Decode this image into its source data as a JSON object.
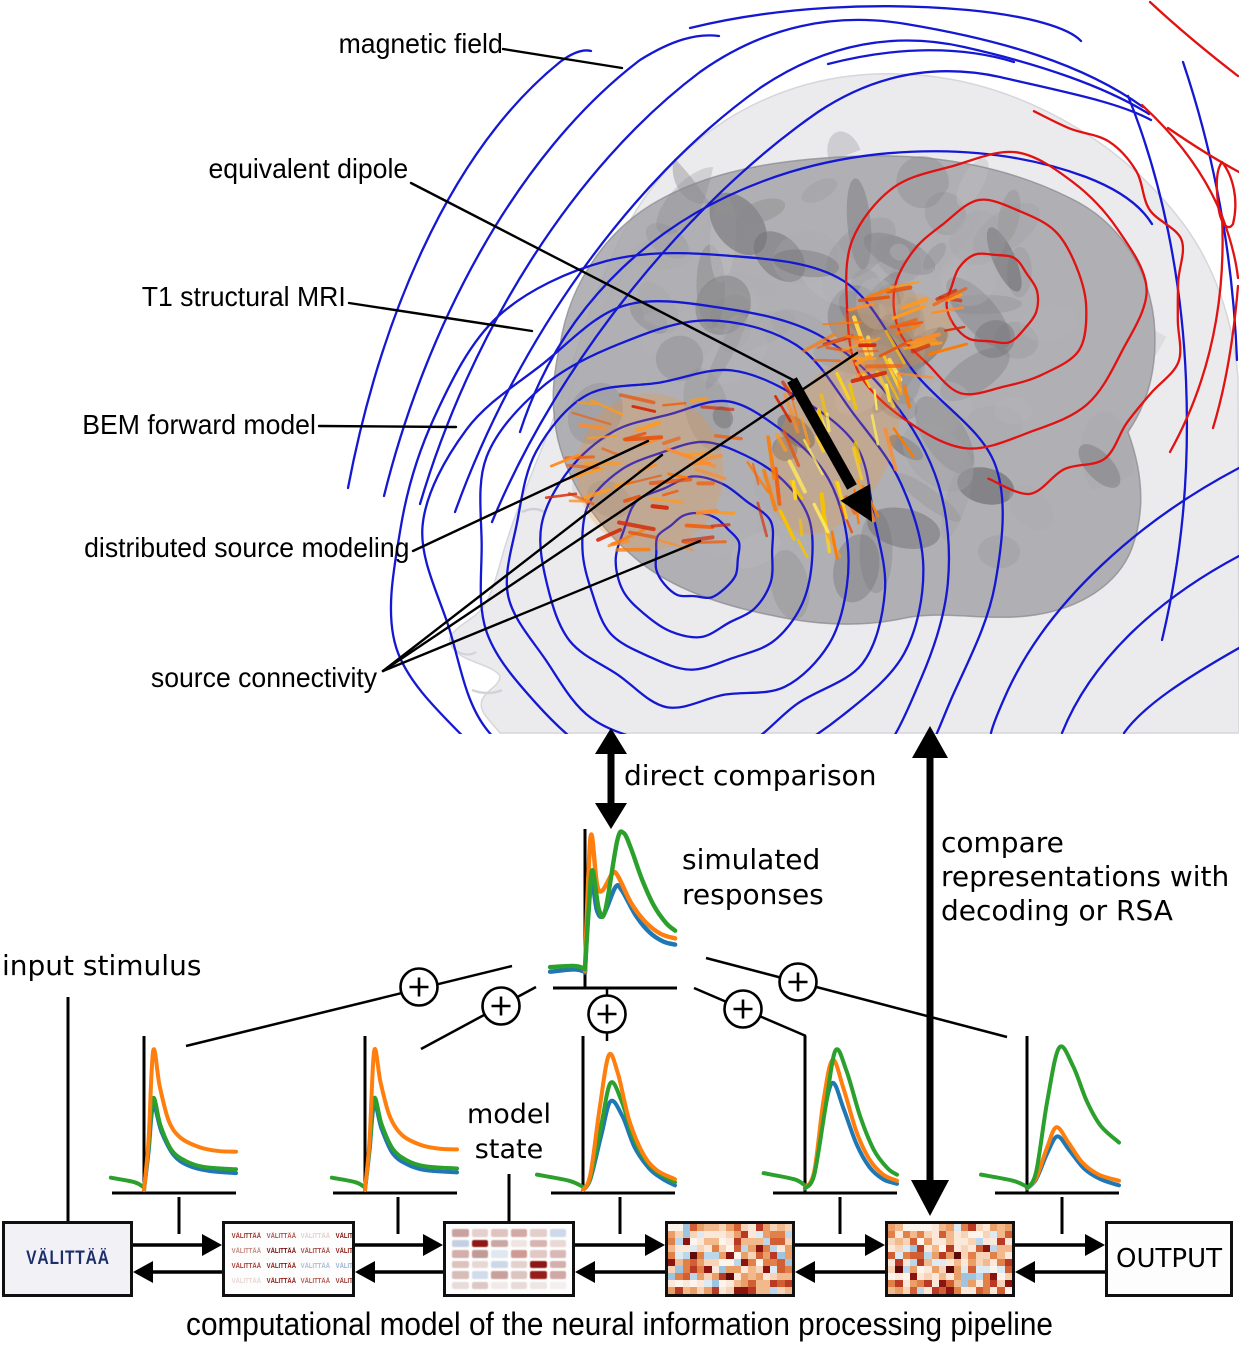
{
  "figure_labels": {
    "magnetic_field": "magnetic field",
    "equivalent_dipole": "equivalent dipole",
    "t1_structural_mri": "T1 structural MRI",
    "bem_forward_model": "BEM forward model",
    "distributed_source_modeling": "distributed source modeling",
    "source_connectivity": "source connectivity"
  },
  "annotations": {
    "direct_comparison": "direct comparison",
    "simulated_line1": "simulated",
    "simulated_line2": "responses",
    "compare_line1": "compare",
    "compare_line2": "representations with",
    "compare_line3": "decoding or RSA",
    "input_stimulus": "input stimulus",
    "model_state_line1": "model",
    "model_state_line2": "state"
  },
  "caption": "computational model of the neural information processing pipeline",
  "pipeline_boxes": {
    "input": {
      "word": "VÄLITTÄÄ",
      "text_color": "#1d2f6b"
    },
    "stimulus_grid": {
      "word": "VÄLITTÄÄ",
      "cell_colors": [
        "#a03028",
        "#b05048",
        "#e4d0cc",
        "#7c100c",
        "#c48880",
        "#6e0e0a",
        "#a84840",
        "#8a1812",
        "#a83a32",
        "#881610",
        "#a8bcd8",
        "#9cb2d0",
        "#e6d6d2",
        "#8a1410",
        "#b05850",
        "#9a3830"
      ]
    },
    "early_representation": {
      "cell_colors": [
        "#c9a2a0",
        "#e6d0cd",
        "#e0c2be",
        "#d4a8a4",
        "#e4ceca",
        "#cdd9ea",
        "#c4d0e2",
        "#8e1815",
        "#c9a8a4",
        "#f0e4e2",
        "#d8b4b0",
        "#e8d8d6",
        "#d4aeaa",
        "#c09a96",
        "#dfe7f0",
        "#cf9a94",
        "#e2c8c4",
        "#d8b8b4",
        "#ddc2be",
        "#e8d8d5",
        "#ccd8e8",
        "#e4d0cd",
        "#8e1815",
        "#d4b0ac",
        "#d8bcb8",
        "#d0dcec",
        "#c8a09c",
        "#dcc4c0",
        "#971d18",
        "#d0a8a4",
        "#e8dcda",
        "#dcc8c5",
        "#f2eae8",
        "#e8dad8",
        "#eee6e4",
        "#f4efee"
      ]
    },
    "heatmap_a": {
      "seed": 7
    },
    "heatmap_b": {
      "seed": 13
    },
    "output": {
      "label": "OUTPUT"
    },
    "heatmap_palette": [
      "#fdf4ec",
      "#fbe8d8",
      "#f7d4b8",
      "#f2b98c",
      "#eb9f68",
      "#e2804a",
      "#d25f34",
      "#b93a24",
      "#8c1410",
      "#5e0a08",
      "#ddeaf4",
      "#bcd6ea",
      "#9ec4e0"
    ],
    "heatmap_weights": [
      7,
      12,
      15,
      13,
      11,
      9,
      7,
      5,
      3,
      2,
      6,
      5,
      3
    ]
  },
  "colors": {
    "contour_blue": "#1418d2",
    "contour_red": "#e01212",
    "series_orange": "#ff7f0e",
    "series_green": "#2ca02c",
    "series_blue": "#1f77b4",
    "head_fill": "#ebebee",
    "head_edge": "#d6d6db",
    "brain_fill": "#a2a2a7",
    "source_palette": [
      "#ff9a1e",
      "#ff7a00",
      "#e8540e",
      "#d42b08",
      "#ff8c28",
      "#f06010"
    ],
    "source_yellow": [
      "#ffd21e",
      "#ffe95a",
      "#f5c400"
    ]
  },
  "chart_data": [
    {
      "id": "simulated_responses",
      "type": "line",
      "title": "simulated responses",
      "xlabel": "",
      "ylabel": "",
      "axes_labeled": false,
      "series": [
        {
          "name": "lead_blue",
          "points": [
            [
              -0.38,
              0.105
            ],
            [
              -0.12,
              0.12
            ],
            [
              0,
              0.105
            ]
          ]
        },
        {
          "name": "lead_green",
          "points": [
            [
              -0.38,
              0.135
            ],
            [
              -0.12,
              0.142
            ],
            [
              0,
              0.125
            ]
          ]
        },
        {
          "name": "blue",
          "points": [
            [
              0,
              0.1
            ],
            [
              0.03,
              0.45
            ],
            [
              0.075,
              0.68
            ],
            [
              0.13,
              0.5
            ],
            [
              0.2,
              0.47
            ],
            [
              0.33,
              0.65
            ],
            [
              0.4,
              0.63
            ],
            [
              0.55,
              0.47
            ],
            [
              0.7,
              0.36
            ],
            [
              0.85,
              0.3
            ],
            [
              0.98,
              0.28
            ]
          ]
        },
        {
          "name": "orange",
          "points": [
            [
              0,
              0.11
            ],
            [
              0.035,
              0.7
            ],
            [
              0.07,
              0.99
            ],
            [
              0.13,
              0.67
            ],
            [
              0.19,
              0.63
            ],
            [
              0.3,
              0.74
            ],
            [
              0.36,
              0.72
            ],
            [
              0.5,
              0.55
            ],
            [
              0.65,
              0.43
            ],
            [
              0.82,
              0.35
            ],
            [
              0.98,
              0.32
            ]
          ]
        },
        {
          "name": "green",
          "points": [
            [
              0,
              0.12
            ],
            [
              0.04,
              0.5
            ],
            [
              0.08,
              0.76
            ],
            [
              0.15,
              0.51
            ],
            [
              0.22,
              0.5
            ],
            [
              0.35,
              0.95
            ],
            [
              0.42,
              1.0
            ],
            [
              0.5,
              0.9
            ],
            [
              0.62,
              0.7
            ],
            [
              0.75,
              0.53
            ],
            [
              0.88,
              0.42
            ],
            [
              0.98,
              0.37
            ]
          ]
        }
      ]
    },
    {
      "id": "model_state_plot_1",
      "type": "line",
      "axes_labeled": false,
      "series": [
        {
          "name": "lead_green",
          "points": [
            [
              -0.36,
              0.1
            ],
            [
              -0.1,
              0.07
            ],
            [
              0,
              0.035
            ]
          ]
        },
        {
          "name": "blue",
          "points": [
            [
              0,
              0.02
            ],
            [
              0.05,
              0.27
            ],
            [
              0.1,
              0.57
            ],
            [
              0.19,
              0.4
            ],
            [
              0.32,
              0.25
            ],
            [
              0.48,
              0.18
            ],
            [
              0.7,
              0.145
            ],
            [
              1,
              0.13
            ]
          ]
        },
        {
          "name": "green",
          "points": [
            [
              0,
              0.02
            ],
            [
              0.05,
              0.3
            ],
            [
              0.1,
              0.62
            ],
            [
              0.18,
              0.44
            ],
            [
              0.3,
              0.28
            ],
            [
              0.45,
              0.21
            ],
            [
              0.65,
              0.17
            ],
            [
              1,
              0.155
            ]
          ]
        },
        {
          "name": "orange",
          "points": [
            [
              0,
              0.02
            ],
            [
              0.05,
              0.35
            ],
            [
              0.1,
              0.93
            ],
            [
              0.17,
              0.7
            ],
            [
              0.27,
              0.47
            ],
            [
              0.4,
              0.36
            ],
            [
              0.6,
              0.3
            ],
            [
              0.8,
              0.275
            ],
            [
              1,
              0.27
            ]
          ]
        }
      ]
    },
    {
      "id": "model_state_plot_2",
      "type": "line",
      "axes_labeled": false,
      "series": [
        {
          "name": "lead_green",
          "points": [
            [
              -0.36,
              0.1
            ],
            [
              -0.1,
              0.07
            ],
            [
              0,
              0.035
            ]
          ]
        },
        {
          "name": "blue",
          "points": [
            [
              0,
              0.02
            ],
            [
              0.05,
              0.28
            ],
            [
              0.1,
              0.58
            ],
            [
              0.18,
              0.42
            ],
            [
              0.3,
              0.26
            ],
            [
              0.45,
              0.19
            ],
            [
              0.65,
              0.15
            ],
            [
              1,
              0.135
            ]
          ]
        },
        {
          "name": "green",
          "points": [
            [
              0,
              0.02
            ],
            [
              0.05,
              0.3
            ],
            [
              0.1,
              0.62
            ],
            [
              0.18,
              0.45
            ],
            [
              0.3,
              0.29
            ],
            [
              0.45,
              0.215
            ],
            [
              0.65,
              0.175
            ],
            [
              1,
              0.16
            ]
          ]
        },
        {
          "name": "orange",
          "points": [
            [
              0,
              0.02
            ],
            [
              0.05,
              0.35
            ],
            [
              0.1,
              0.93
            ],
            [
              0.17,
              0.72
            ],
            [
              0.27,
              0.5
            ],
            [
              0.4,
              0.38
            ],
            [
              0.6,
              0.315
            ],
            [
              0.8,
              0.29
            ],
            [
              1,
              0.285
            ]
          ]
        }
      ]
    },
    {
      "id": "model_state_plot_3",
      "type": "line",
      "axes_labeled": false,
      "series": [
        {
          "name": "lead_green",
          "points": [
            [
              -0.5,
              0.12
            ],
            [
              -0.15,
              0.08
            ],
            [
              0,
              0.04
            ]
          ]
        },
        {
          "name": "blue",
          "points": [
            [
              0,
              0.02
            ],
            [
              0.08,
              0.09
            ],
            [
              0.2,
              0.38
            ],
            [
              0.3,
              0.6
            ],
            [
              0.43,
              0.5
            ],
            [
              0.56,
              0.3
            ],
            [
              0.72,
              0.16
            ],
            [
              0.87,
              0.09
            ],
            [
              1,
              0.05
            ]
          ]
        },
        {
          "name": "green",
          "points": [
            [
              0,
              0.02
            ],
            [
              0.08,
              0.1
            ],
            [
              0.2,
              0.45
            ],
            [
              0.3,
              0.72
            ],
            [
              0.42,
              0.6
            ],
            [
              0.55,
              0.36
            ],
            [
              0.7,
              0.2
            ],
            [
              0.85,
              0.12
            ],
            [
              1,
              0.07
            ]
          ]
        },
        {
          "name": "orange",
          "points": [
            [
              0,
              0.02
            ],
            [
              0.08,
              0.12
            ],
            [
              0.18,
              0.55
            ],
            [
              0.28,
              0.9
            ],
            [
              0.38,
              0.78
            ],
            [
              0.5,
              0.48
            ],
            [
              0.65,
              0.26
            ],
            [
              0.8,
              0.15
            ],
            [
              1,
              0.09
            ]
          ]
        }
      ]
    },
    {
      "id": "model_state_plot_4",
      "type": "line",
      "axes_labeled": false,
      "series": [
        {
          "name": "lead_green",
          "points": [
            [
              -0.45,
              0.13
            ],
            [
              -0.12,
              0.09
            ],
            [
              0,
              0.05
            ]
          ]
        },
        {
          "name": "blue",
          "points": [
            [
              0,
              0.03
            ],
            [
              0.1,
              0.12
            ],
            [
              0.2,
              0.5
            ],
            [
              0.3,
              0.72
            ],
            [
              0.42,
              0.55
            ],
            [
              0.56,
              0.32
            ],
            [
              0.7,
              0.17
            ],
            [
              0.85,
              0.09
            ],
            [
              1,
              0.06
            ]
          ]
        },
        {
          "name": "orange",
          "points": [
            [
              0,
              0.03
            ],
            [
              0.1,
              0.14
            ],
            [
              0.2,
              0.6
            ],
            [
              0.3,
              0.87
            ],
            [
              0.42,
              0.68
            ],
            [
              0.56,
              0.4
            ],
            [
              0.7,
              0.22
            ],
            [
              0.85,
              0.12
            ],
            [
              1,
              0.08
            ]
          ]
        },
        {
          "name": "green",
          "points": [
            [
              0,
              0.03
            ],
            [
              0.1,
              0.12
            ],
            [
              0.22,
              0.55
            ],
            [
              0.33,
              0.93
            ],
            [
              0.45,
              0.8
            ],
            [
              0.6,
              0.5
            ],
            [
              0.75,
              0.28
            ],
            [
              0.9,
              0.16
            ],
            [
              1,
              0.12
            ]
          ]
        }
      ]
    },
    {
      "id": "model_state_plot_5",
      "type": "line",
      "axes_labeled": false,
      "series": [
        {
          "name": "lead_green",
          "points": [
            [
              -0.5,
              0.12
            ],
            [
              -0.15,
              0.08
            ],
            [
              0,
              0.04
            ]
          ]
        },
        {
          "name": "blue",
          "points": [
            [
              0,
              0.03
            ],
            [
              0.1,
              0.09
            ],
            [
              0.22,
              0.26
            ],
            [
              0.33,
              0.37
            ],
            [
              0.46,
              0.28
            ],
            [
              0.62,
              0.16
            ],
            [
              0.8,
              0.09
            ],
            [
              1,
              0.05
            ]
          ]
        },
        {
          "name": "orange",
          "points": [
            [
              0,
              0.03
            ],
            [
              0.1,
              0.1
            ],
            [
              0.22,
              0.3
            ],
            [
              0.32,
              0.43
            ],
            [
              0.45,
              0.33
            ],
            [
              0.6,
              0.2
            ],
            [
              0.78,
              0.12
            ],
            [
              1,
              0.08
            ]
          ]
        },
        {
          "name": "green",
          "points": [
            [
              0,
              0.03
            ],
            [
              0.1,
              0.14
            ],
            [
              0.22,
              0.6
            ],
            [
              0.35,
              0.95
            ],
            [
              0.5,
              0.83
            ],
            [
              0.65,
              0.6
            ],
            [
              0.8,
              0.44
            ],
            [
              1,
              0.33
            ]
          ]
        }
      ]
    }
  ]
}
